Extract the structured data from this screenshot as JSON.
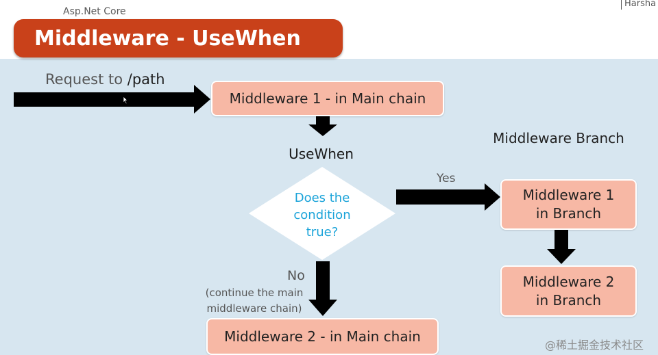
{
  "header": {
    "framework": "Asp.Net Core",
    "title": "Middleware - UseWhen",
    "author": "Harsha"
  },
  "diagram": {
    "request_label_prefix": "Request to ",
    "request_label_path": "/path",
    "main_mw1": "Middleware 1 - in Main chain",
    "usewhen_title": "UseWhen",
    "condition_lines": [
      "Does the",
      "condition",
      "true?"
    ],
    "yes_label": "Yes",
    "no_label": "No",
    "no_note_lines": [
      "(continue the main",
      "middleware chain)"
    ],
    "main_mw2": "Middleware 2 - in Main chain",
    "branch_title": "Middleware Branch",
    "branch_mw1_lines": [
      "Middleware 1",
      "in Branch"
    ],
    "branch_mw2_lines": [
      "Middleware 2",
      "in Branch"
    ]
  },
  "watermark": "@稀土掘金技术社区",
  "colors": {
    "accent": "#c9411a",
    "box_fill": "#f7b8a5",
    "usewhen_fill": "#7ba7ca",
    "condition_text": "#1aa3d9",
    "content_bg": "#d7e6f0",
    "branch_bg": "#d9d9d9"
  },
  "icons": {
    "cursor": "mouse-pointer-icon"
  }
}
